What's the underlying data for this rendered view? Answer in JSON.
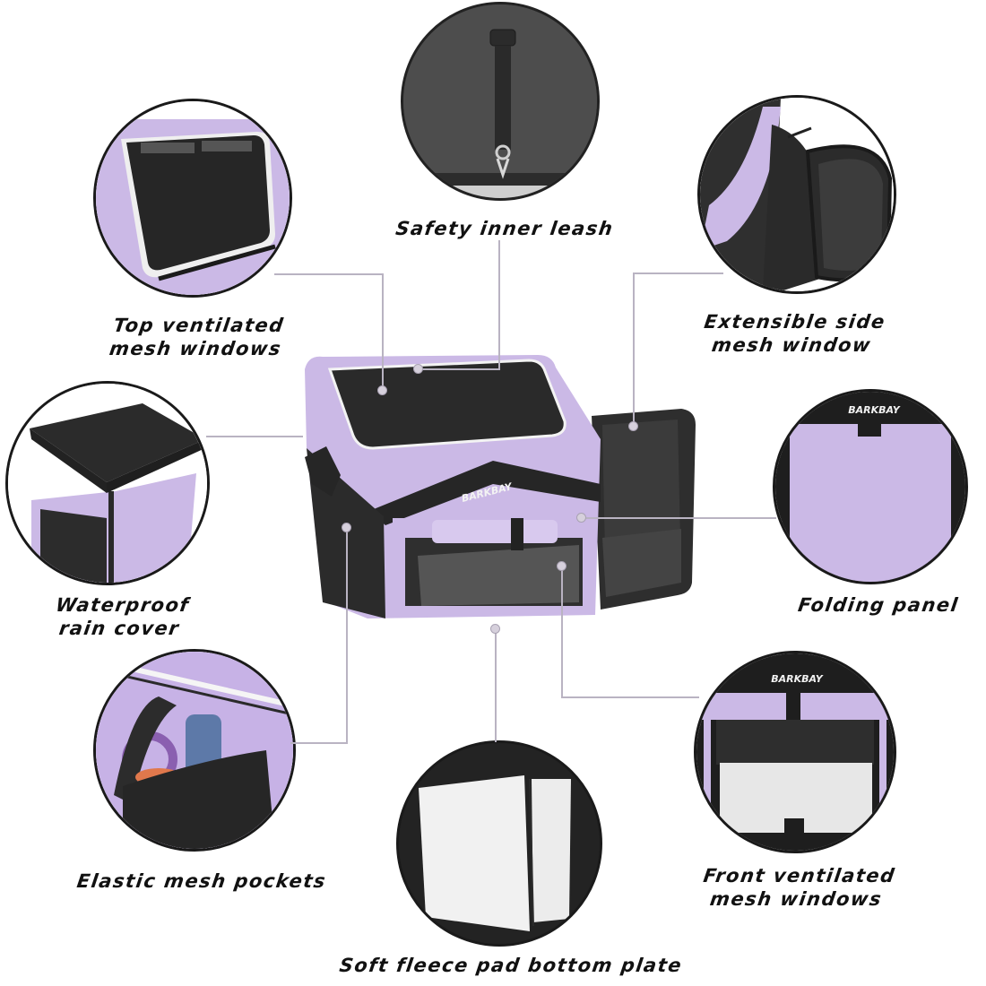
{
  "product": {
    "brand": "BARKBAY",
    "type": "Expandable pet carrier infographic",
    "colors": {
      "lavender": "#c9b6e4",
      "lavender_light": "#d8c9ee",
      "black_fabric": "#2b2b2b",
      "mesh": "#3a3a3a",
      "leader_line": "#b9b3c2",
      "label_text": "#111111",
      "background": "#ffffff"
    }
  },
  "features": [
    {
      "id": "leash",
      "label": "Safety inner leash"
    },
    {
      "id": "top_mesh",
      "label_line1": "Top ventilated",
      "label_line2": "mesh windows"
    },
    {
      "id": "side_mesh",
      "label_line1": "Extensible side",
      "label_line2": "mesh window"
    },
    {
      "id": "rain_cover",
      "label_line1": "Waterproof",
      "label_line2": "rain cover"
    },
    {
      "id": "folding_panel",
      "label": "Folding panel"
    },
    {
      "id": "pockets",
      "label": "Elastic mesh pockets"
    },
    {
      "id": "front_mesh",
      "label_line1": "Front ventilated",
      "label_line2": "mesh windows"
    },
    {
      "id": "fleece_pad",
      "label": "Soft fleece pad bottom plate"
    }
  ]
}
